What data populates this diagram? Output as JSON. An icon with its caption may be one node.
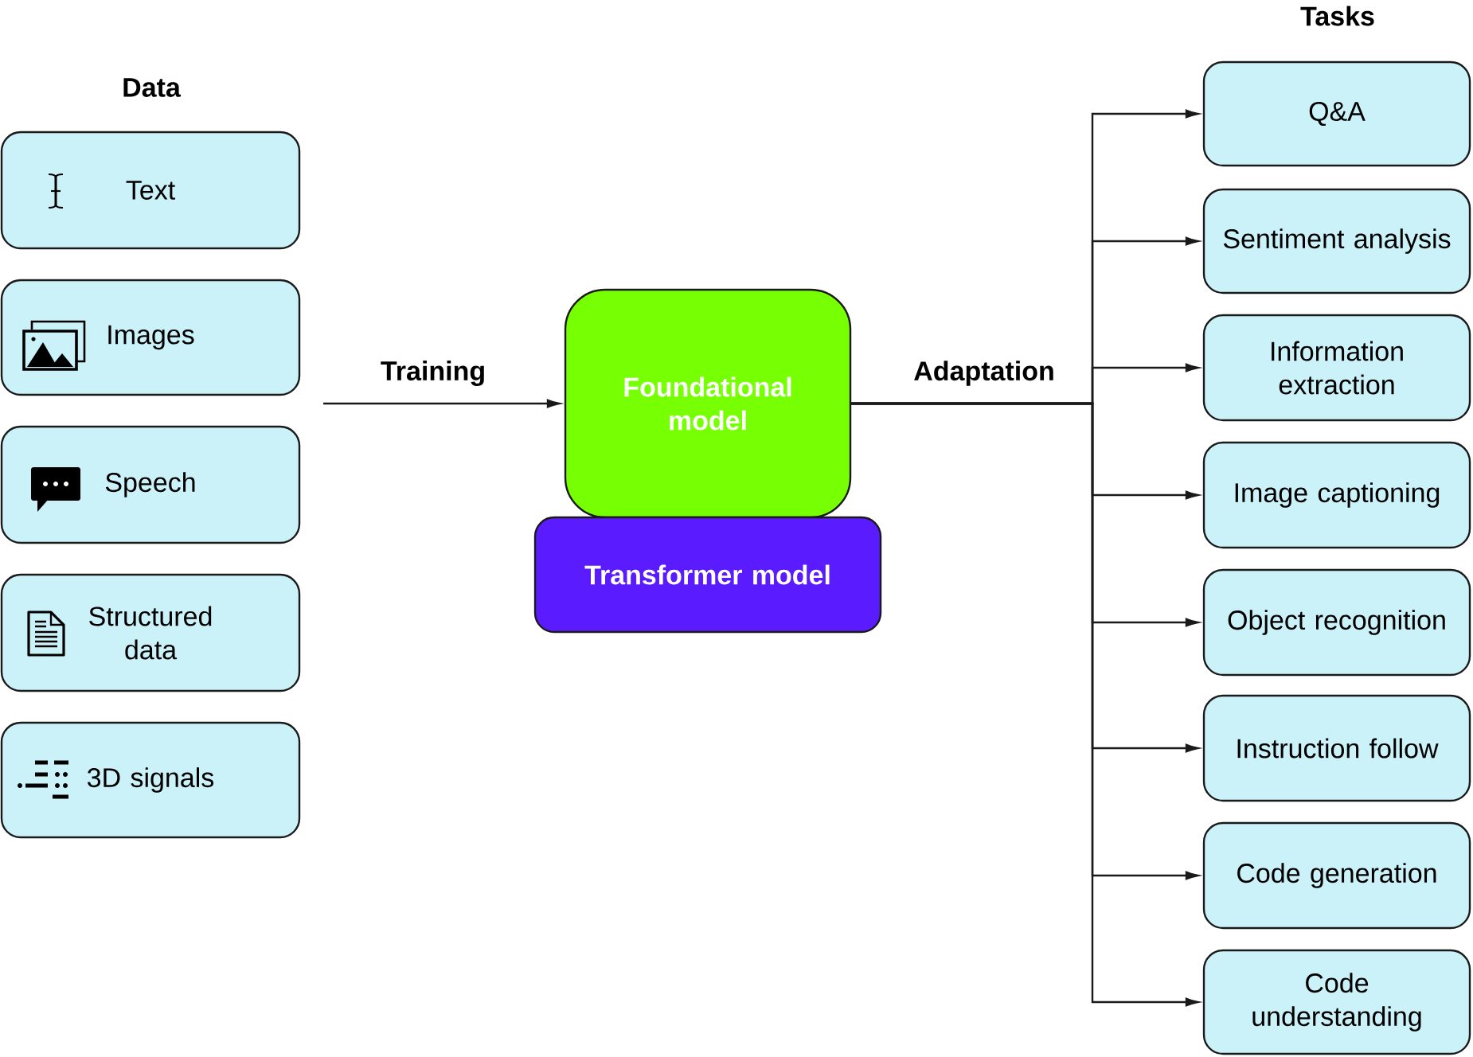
{
  "diagram": {
    "nodes": [
      {
        "text": [
          "Text"
        ]
      },
      {
        "text": [
          "Images"
        ]
      },
      {
        "text": [
          "Speech"
        ]
      },
      {
        "text": [
          "Structured data"
        ]
      },
      {
        "text": [
          "3D signals"
        ]
      },
      {
        "text": [
          "Foundational model"
        ]
      },
      {
        "text": [
          "Transformer model"
        ]
      },
      {
        "text": [
          "Q&A"
        ]
      },
      {
        "text": [
          "Sentiment analysis"
        ]
      },
      {
        "text": [
          "Information extraction"
        ]
      },
      {
        "text": [
          "Image captioning"
        ]
      },
      {
        "text": [
          "Object recognition"
        ]
      },
      {
        "text": [
          "Instruction follow"
        ]
      },
      {
        "text": [
          "Code generation"
        ]
      },
      {
        "text": [
          "Code understanding"
        ]
      }
    ],
    "edges": [
      {
        "from": null,
        "to": 5,
        "arrow": "to",
        "label": "Training"
      },
      {
        "from": 5,
        "to": 7,
        "arrow": "to",
        "label": "Adaptation"
      },
      {
        "from": 5,
        "to": 8,
        "arrow": "to"
      },
      {
        "from": 5,
        "to": 9,
        "arrow": "to"
      },
      {
        "from": 5,
        "to": 10,
        "arrow": "to"
      },
      {
        "from": 5,
        "to": 11,
        "arrow": "to"
      },
      {
        "from": 5,
        "to": 12,
        "arrow": "to"
      },
      {
        "from": 5,
        "to": 13,
        "arrow": "to"
      },
      {
        "from": 5,
        "to": 14,
        "arrow": "to"
      }
    ],
    "labels": [
      "Data",
      "Tasks"
    ]
  }
}
